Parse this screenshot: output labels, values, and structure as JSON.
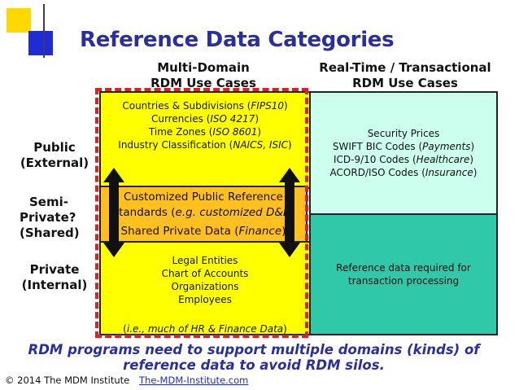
{
  "title": "Reference Data Categories",
  "columns": {
    "multi_domain": [
      "Multi-Domain",
      "RDM Use Cases"
    ],
    "realtime": [
      "Real-Time / Transactional",
      "RDM Use Cases"
    ]
  },
  "rows": {
    "public": [
      "Public",
      "(External)"
    ],
    "semi": [
      "Semi-",
      "Private?",
      "(Shared)"
    ],
    "private": [
      "Private",
      "(Internal)"
    ]
  },
  "cells": {
    "public_multi": [
      [
        "Countries & Subdivisions (",
        "FIPS10",
        ")"
      ],
      [
        "Currencies (",
        "ISO 4217",
        ")"
      ],
      [
        "Time Zones (",
        "ISO 8601",
        ")"
      ],
      [
        "Industry Classification (",
        "NAICS, ISIC",
        ")"
      ]
    ],
    "public_realtime": [
      [
        "Security Prices",
        "",
        ""
      ],
      [
        "SWIFT BIC Codes (",
        "Payments",
        ")"
      ],
      [
        "ICD-9/10 Codes (",
        "Healthcare",
        ")"
      ],
      [
        "ACORD/ISO Codes  (",
        "Insurance",
        ")"
      ]
    ],
    "semi_multi": [
      [
        "Customized Public Reference",
        "",
        ""
      ],
      [
        "Standards (",
        "e.g. customized D&B",
        ")"
      ],
      [
        "Shared Private Data (",
        "Finance",
        ")"
      ]
    ],
    "private_multi": [
      [
        "Legal Entities",
        "",
        ""
      ],
      [
        "Chart of Accounts",
        "",
        ""
      ],
      [
        "Organizations",
        "",
        ""
      ],
      [
        "Employees",
        "",
        ""
      ],
      [
        "(",
        "i.e., much of HR & Finance Data",
        ")"
      ]
    ],
    "private_realtime": [
      "Reference data required for",
      "transaction processing"
    ]
  },
  "colors": {
    "title": "#2a2fa0",
    "yellow": "#ffff00",
    "orange": "#ffc020",
    "cyan_light": "#ccffee",
    "cyan_dark": "#2fc8a8",
    "dashed_border": "#e02020"
  },
  "footer": {
    "statement": [
      "RDM programs need to support multiple domains (kinds) of",
      "reference data to avoid RDM silos."
    ],
    "copyright": "© 2014 The MDM Institute",
    "link": "The-MDM-Institute.com"
  }
}
